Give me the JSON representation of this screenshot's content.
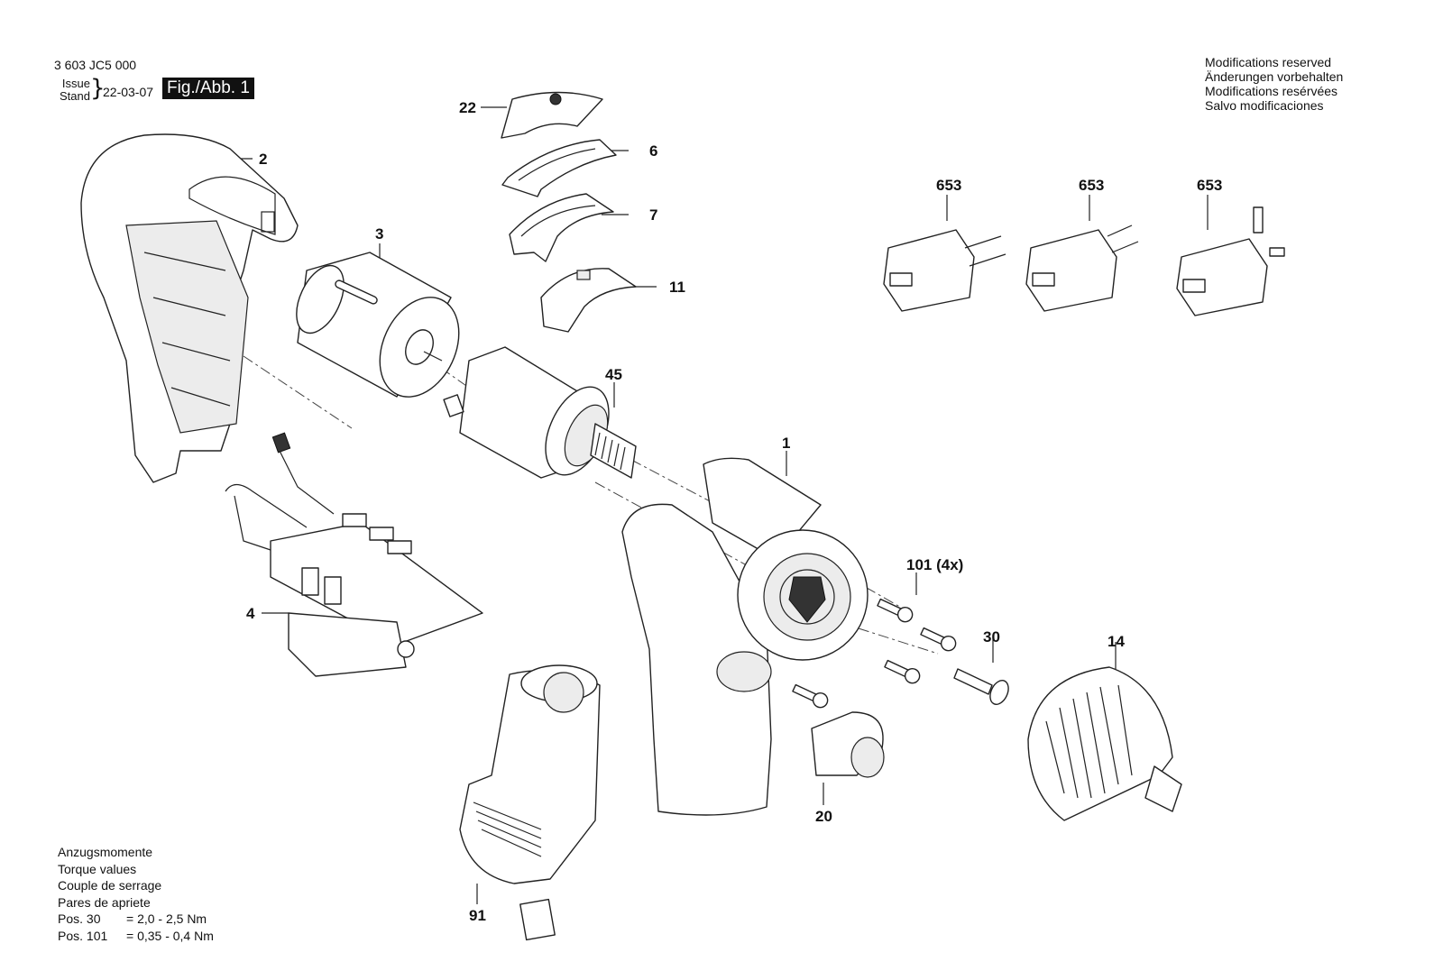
{
  "header": {
    "part_number": "3 603 JC5 000",
    "issue_label": "Issue",
    "stand_label": "Stand",
    "date": "22-03-07",
    "figure_label": "Fig./Abb. 1"
  },
  "modifications": [
    "Modifications reserved",
    "Änderungen vorbehalten",
    "Modifications resérvées",
    "Salvo modificaciones"
  ],
  "torque": {
    "lines": [
      "Anzugsmomente",
      "Torque values",
      "Couple de serrage",
      "Pares de apriete"
    ],
    "values": [
      {
        "pos": "Pos. 30",
        "value": "= 2,0 - 2,5 Nm"
      },
      {
        "pos": "Pos. 101",
        "value": "= 0,35 - 0,4 Nm"
      }
    ]
  },
  "parts": {
    "p22": "22",
    "p6": "6",
    "p7": "7",
    "p11": "11",
    "p2": "2",
    "p3": "3",
    "p45": "45",
    "p1": "1",
    "p4": "4",
    "p101": "101 (4x)",
    "p30": "30",
    "p14": "14",
    "p20": "20",
    "p91": "91",
    "p653a": "653",
    "p653b": "653",
    "p653c": "653"
  }
}
